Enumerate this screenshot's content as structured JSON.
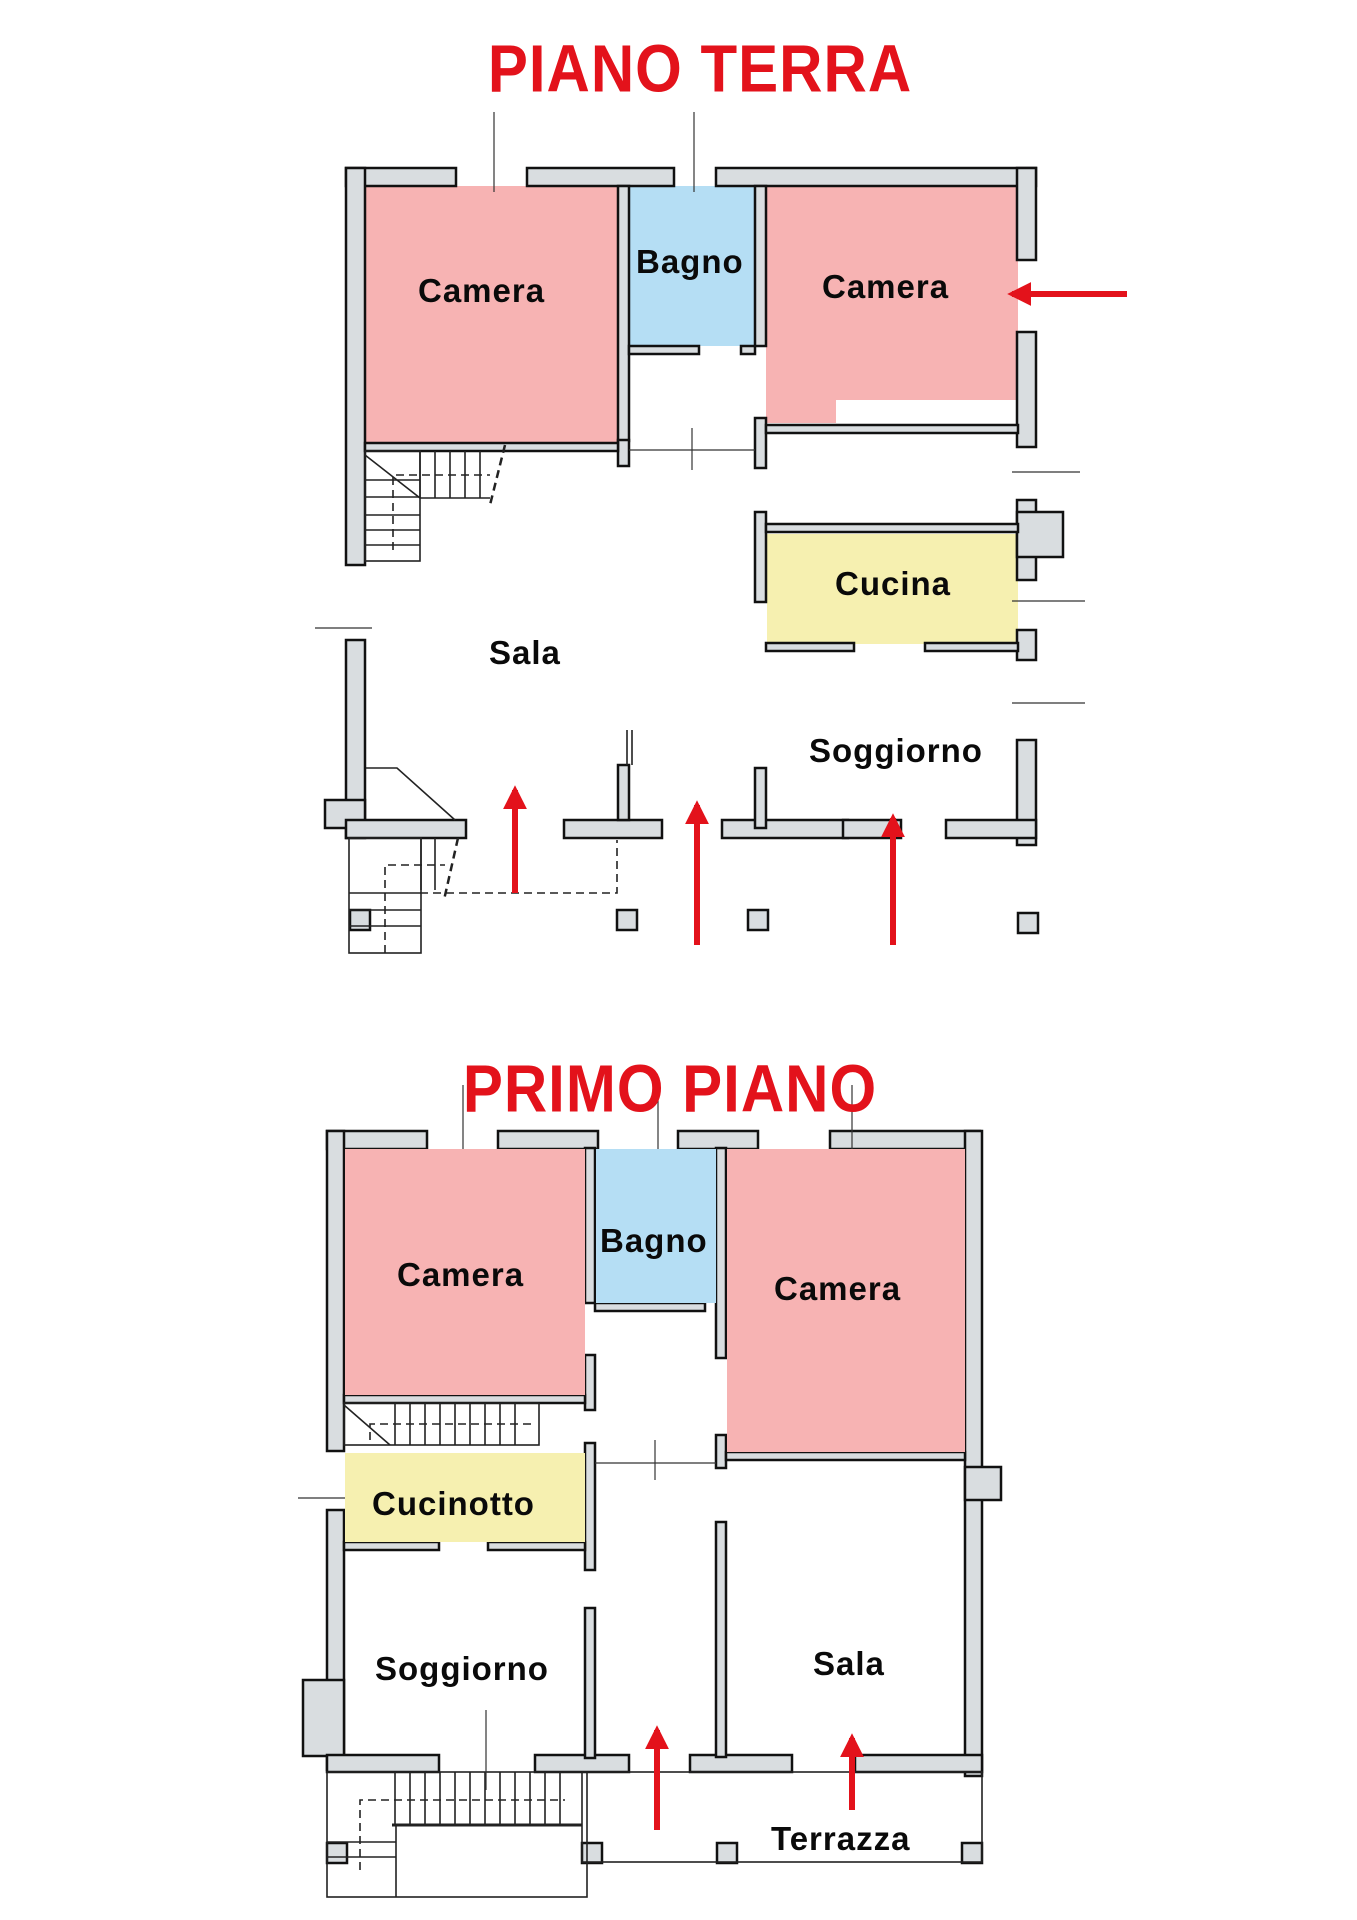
{
  "colors": {
    "title": "#e3121b",
    "camera_fill": "#f7b3b3",
    "bagno_fill": "#b5def4",
    "cucina_fill": "#f6f0b0",
    "wall_fill": "#d9dde0",
    "arrow": "#e3121b"
  },
  "floors": [
    {
      "title": "PIANO TERRA",
      "rooms": [
        {
          "label": "Camera",
          "type": "bedroom",
          "color": "pink"
        },
        {
          "label": "Bagno",
          "type": "bathroom",
          "color": "blue"
        },
        {
          "label": "Camera",
          "type": "bedroom",
          "color": "pink"
        },
        {
          "label": "Cucina",
          "type": "kitchen",
          "color": "yellow"
        },
        {
          "label": "Sala",
          "type": "hall",
          "color": "white"
        },
        {
          "label": "Soggiorno",
          "type": "living-room",
          "color": "white"
        }
      ],
      "arrows": [
        {
          "direction": "left",
          "target": "Camera"
        },
        {
          "direction": "up",
          "target": "Sala"
        },
        {
          "direction": "up",
          "target": "Sala"
        },
        {
          "direction": "up",
          "target": "Soggiorno"
        }
      ]
    },
    {
      "title": "PRIMO PIANO",
      "rooms": [
        {
          "label": "Camera",
          "type": "bedroom",
          "color": "pink"
        },
        {
          "label": "Bagno",
          "type": "bathroom",
          "color": "blue"
        },
        {
          "label": "Camera",
          "type": "bedroom",
          "color": "pink"
        },
        {
          "label": "Cucinotto",
          "type": "kitchenette",
          "color": "yellow"
        },
        {
          "label": "Soggiorno",
          "type": "living-room",
          "color": "white"
        },
        {
          "label": "Sala",
          "type": "hall",
          "color": "white"
        },
        {
          "label": "Terrazza",
          "type": "terrace",
          "color": "white"
        }
      ],
      "arrows": [
        {
          "direction": "up",
          "target": "corridor"
        },
        {
          "direction": "up",
          "target": "Sala"
        }
      ]
    }
  ]
}
